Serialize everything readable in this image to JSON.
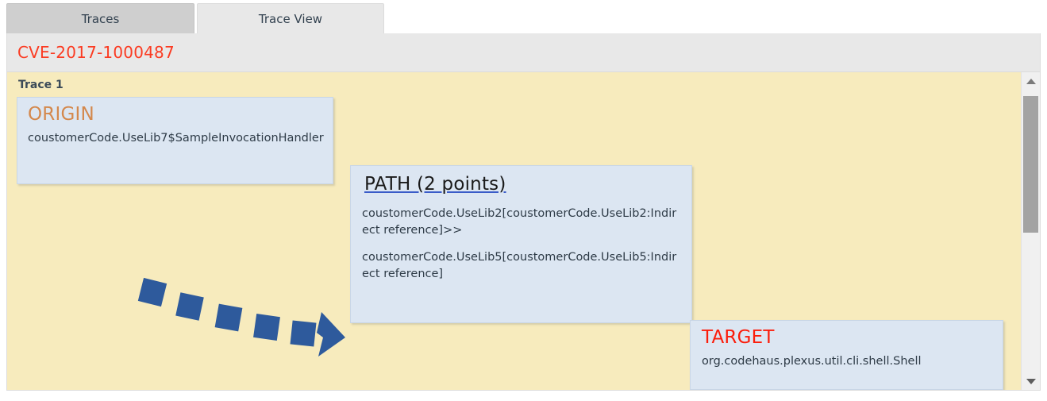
{
  "tabs": [
    {
      "label": "Traces",
      "active": false
    },
    {
      "label": "Trace View",
      "active": true
    }
  ],
  "header": {
    "cve_id": "CVE-2017-1000487",
    "cve_color": "#fb3b22"
  },
  "canvas": {
    "background_color": "#f7ebbd",
    "trace_title": "Trace 1",
    "nodes": {
      "origin": {
        "heading": "ORIGIN",
        "heading_color": "#d4884c",
        "body": "coustomerCode.UseLib7$SampleInvocationHandler"
      },
      "path": {
        "heading": "PATH (2 points)",
        "heading_color": "#1a1a1a",
        "underline_color": "#3a5cc8",
        "points": [
          "coustomerCode.UseLib2[coustomerCode.UseLib2:Indirect reference]>>",
          "coustomerCode.UseLib5[coustomerCode.UseLib5:Indirect reference]"
        ]
      },
      "target": {
        "heading": "TARGET",
        "heading_color": "#fb1d0b",
        "body": "org.codehaus.plexus.util.cli.shell.Shell"
      }
    },
    "arrows": [
      {
        "name": "origin-to-path",
        "color": "#2e5a9c",
        "direction": "right-down"
      },
      {
        "name": "path-to-target",
        "color": "#2e5a9c",
        "direction": "down-right"
      }
    ],
    "node_fill_color": "#dce6f2"
  },
  "scrollbar": {
    "up_icon": "caret-up-icon",
    "down_icon": "caret-down-icon",
    "thumb_label": "vertical-scroll-thumb"
  }
}
